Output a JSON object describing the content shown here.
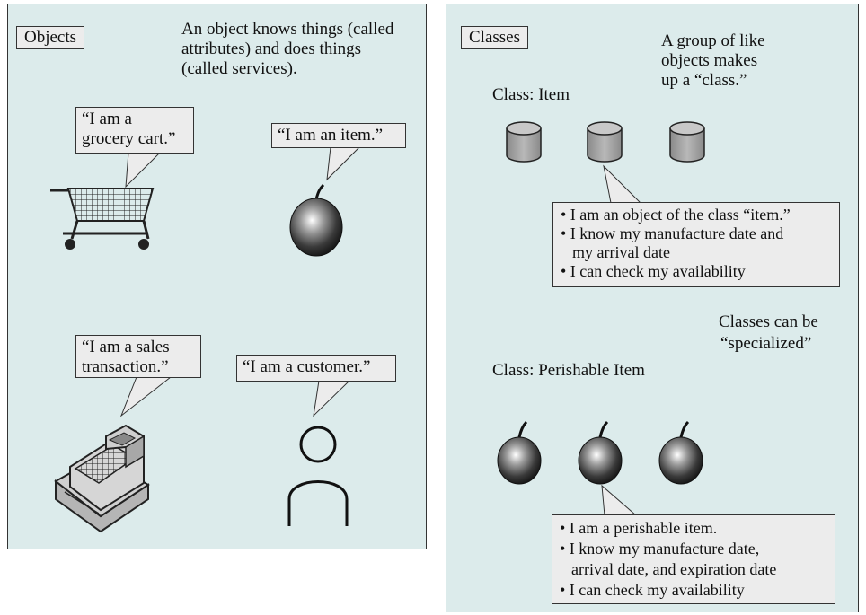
{
  "objects_panel": {
    "label": "Objects",
    "caption": [
      "An object knows things (called",
      "attributes) and does things",
      "(called services)."
    ],
    "cart_bubble": [
      "“I am a",
      "grocery cart.”"
    ],
    "item_bubble": "“I am an item.”",
    "sales_bubble": [
      "“I am a sales",
      "transaction.”"
    ],
    "customer_bubble": "“I am a customer.”"
  },
  "classes_panel": {
    "label": "Classes",
    "caption": [
      "A group of like",
      "objects makes",
      "up a “class.”"
    ],
    "class_item_label": "Class: Item",
    "item_box": [
      "• I am an object of the class “item.”",
      "• I know my manufacture date and",
      "my arrival date",
      "• I can check my availability"
    ],
    "specialized_note": [
      "Classes can be",
      "“specialized”"
    ],
    "class_perishable_label": "Class: Perishable Item",
    "perishable_box": [
      "• I am a perishable item.",
      "• I know my manufacture date,",
      "arrival date, and expiration date",
      "• I can check my availability"
    ]
  },
  "colors": {
    "panel_bg": "#dcebeb",
    "box_bg": "#ececec",
    "border": "#333333"
  },
  "icons": [
    "grocery-cart-icon",
    "apple-icon",
    "cash-register-icon",
    "person-icon",
    "cylinder-icon"
  ]
}
